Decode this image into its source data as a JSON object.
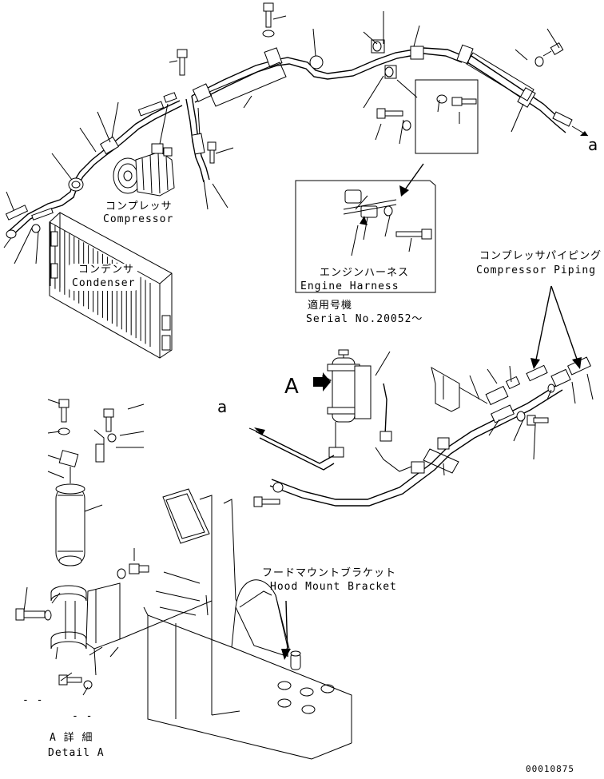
{
  "labels": {
    "compressor_jp": "コンプレッサ",
    "compressor_en": "Compressor",
    "condenser_jp": "コンデンサ",
    "condenser_en": "Condenser",
    "engine_harness_jp": "エンジンハーネス",
    "engine_harness_en": "Engine Harness",
    "serial_jp": "適用号機",
    "serial_en": "Serial No.20052～",
    "compressor_piping_jp": "コンプレッサパイピング",
    "compressor_piping_en": "Compressor Piping",
    "hood_bracket_jp": "フードマウントブラケット",
    "hood_bracket_en": "Hood Mount Bracket",
    "view_marker": "A",
    "continuation_top": "a",
    "continuation_mid": "a",
    "detail_jp": "A 詳 細",
    "detail_en": "Detail A",
    "dash_left": "- -",
    "dash_right": "- -",
    "drawing_number": "00010875"
  }
}
